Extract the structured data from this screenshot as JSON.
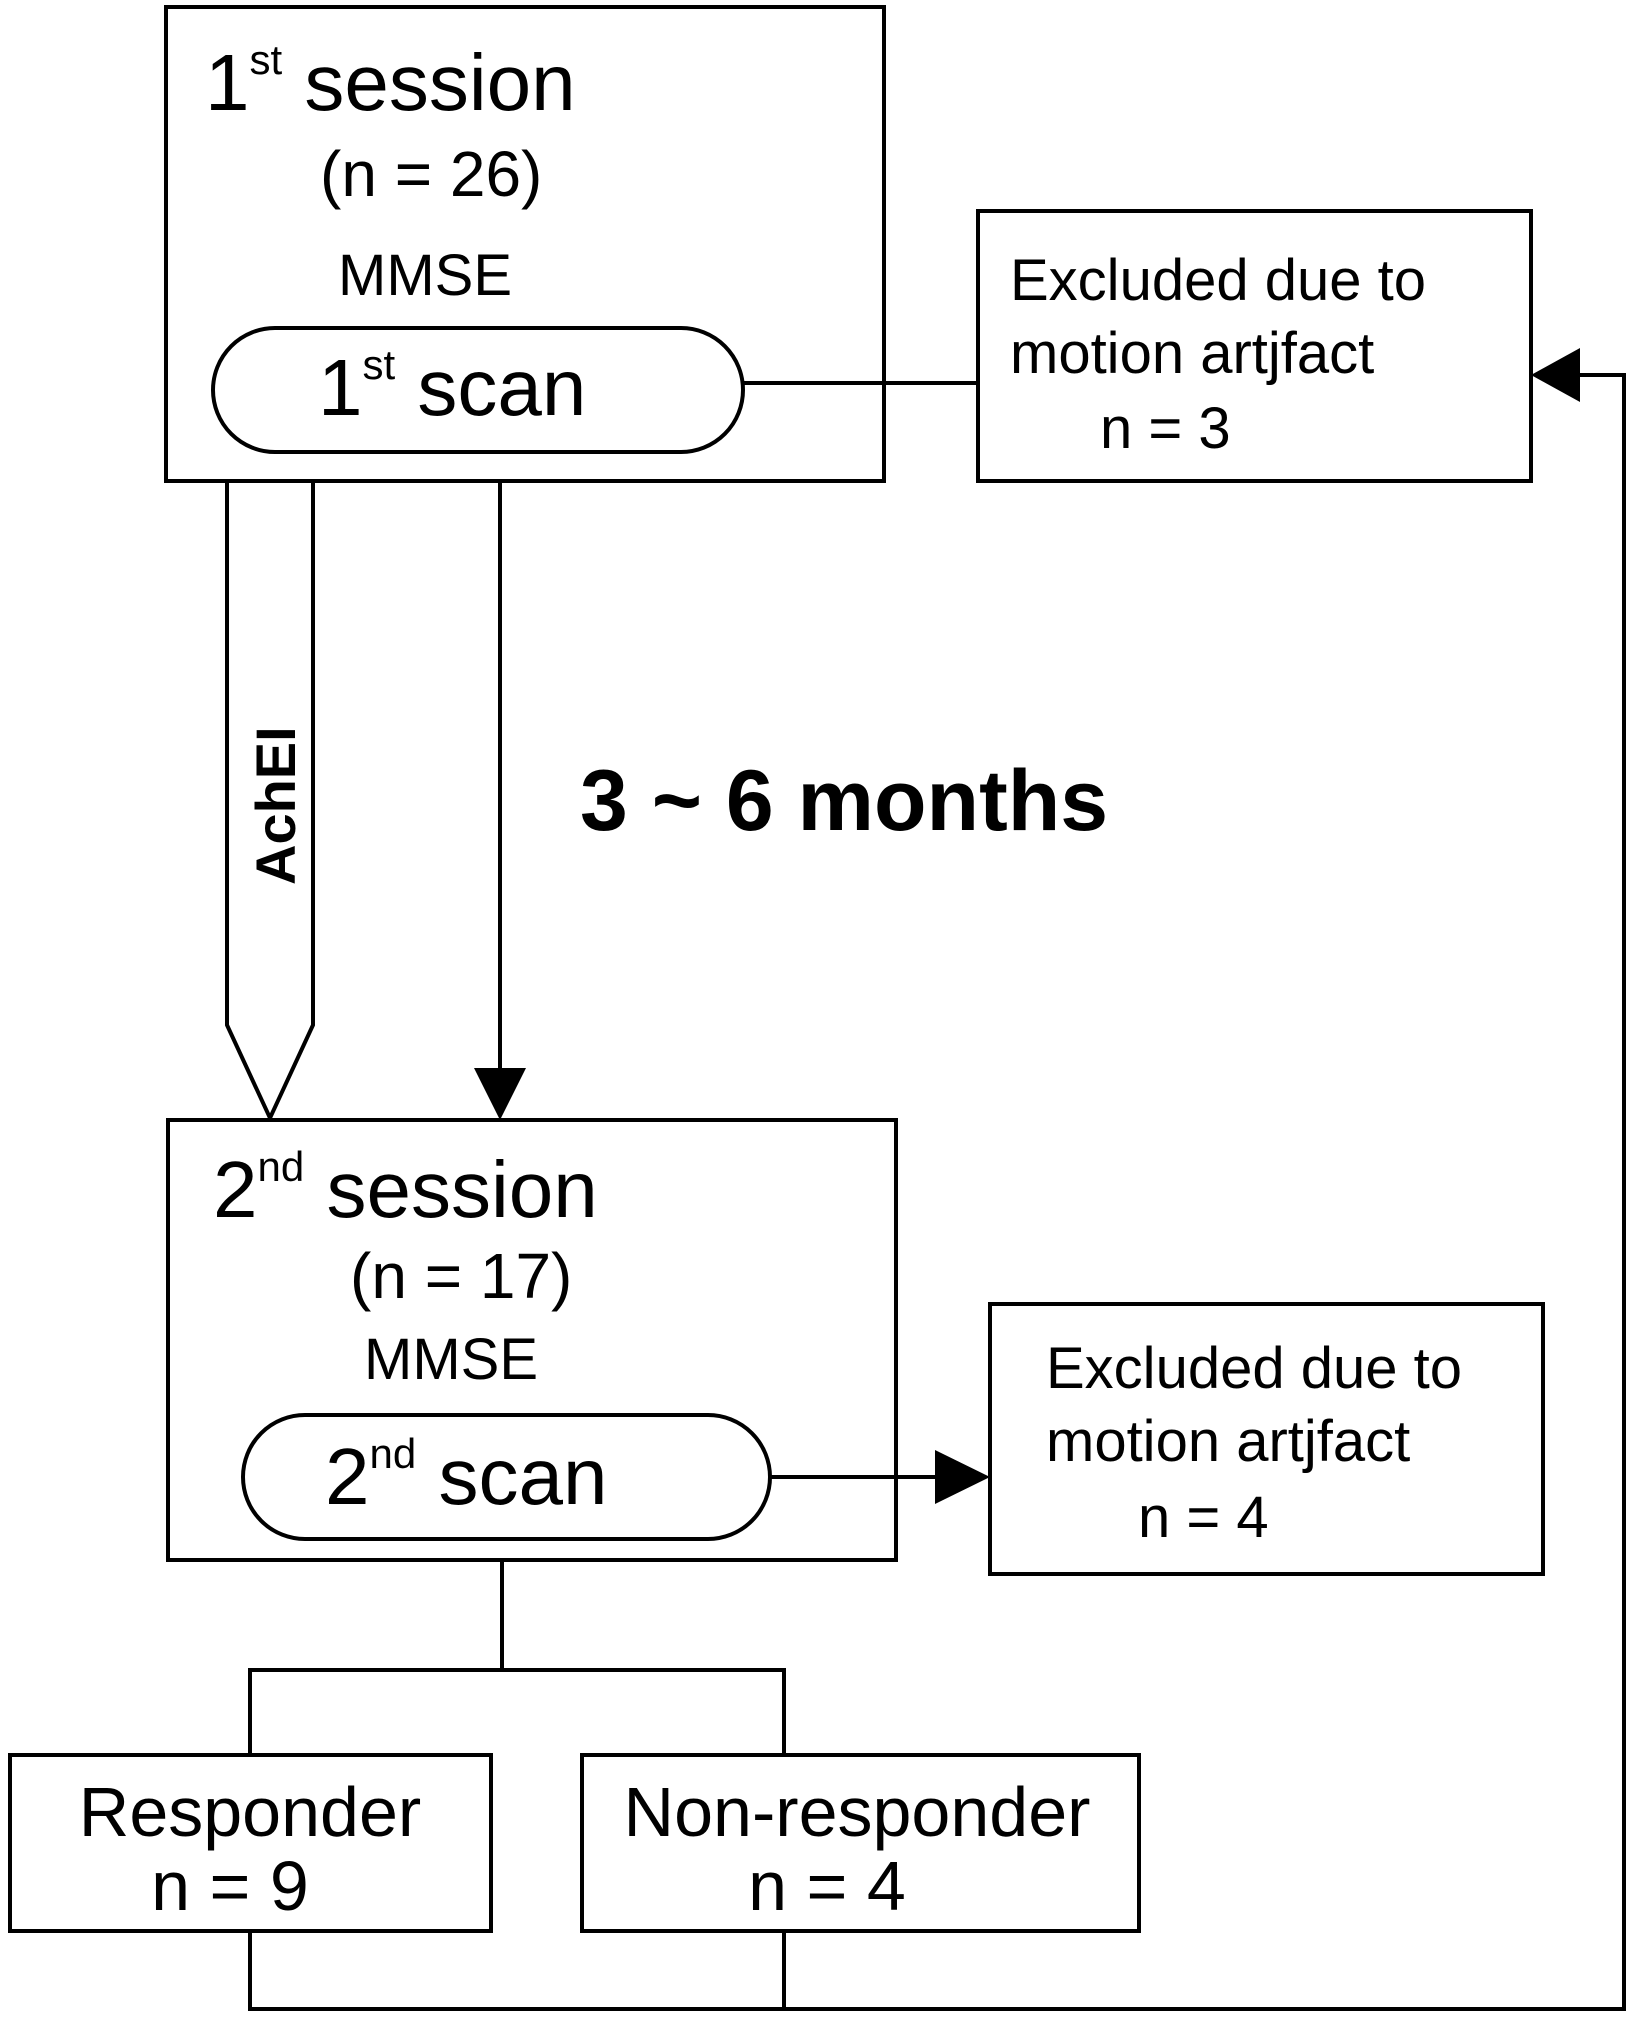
{
  "session1": {
    "num": "1",
    "sup": "st",
    "word": " session",
    "n": "(n = 26)",
    "mmse": "MMSE",
    "scan_num": "1",
    "scan_sup": "st",
    "scan_word": " scan"
  },
  "excluded1": {
    "line1": "Excluded due to",
    "line2": "motion artjfact",
    "line3": "n = 3"
  },
  "achei_label": "AchEI",
  "interval_label": "3 ~ 6 months",
  "session2": {
    "num": "2",
    "sup": "nd",
    "word": " session",
    "n": "(n = 17)",
    "mmse": "MMSE",
    "scan_num": "2",
    "scan_sup": "nd",
    "scan_word": " scan"
  },
  "excluded2": {
    "line1": "Excluded due to",
    "line2": "motion artjfact",
    "line3": "n = 4"
  },
  "responder": {
    "label": "Responder",
    "n": "n = 9"
  },
  "nonresponder": {
    "label": "Non-responder",
    "n": "n = 4"
  }
}
